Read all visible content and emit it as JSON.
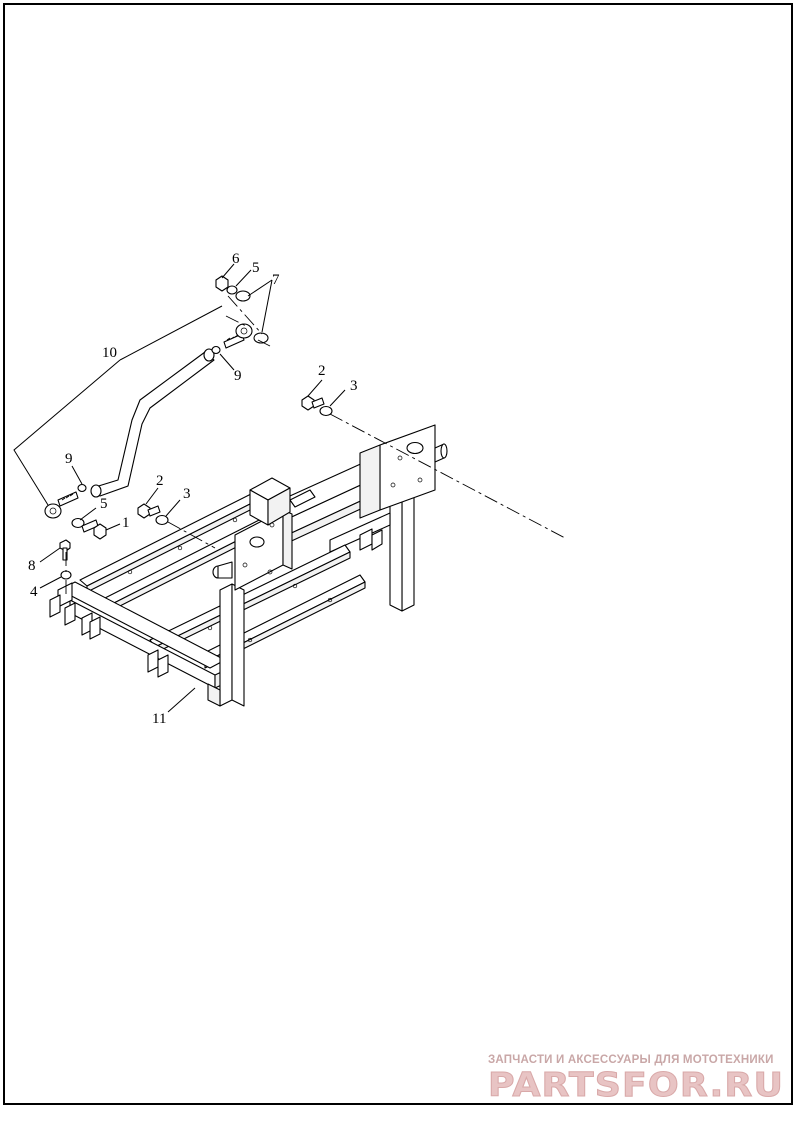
{
  "diagram": {
    "callouts": [
      {
        "id": "c6",
        "text": "6"
      },
      {
        "id": "c5a",
        "text": "5"
      },
      {
        "id": "c7",
        "text": "7"
      },
      {
        "id": "c10",
        "text": "10"
      },
      {
        "id": "c9a",
        "text": "9"
      },
      {
        "id": "c2a",
        "text": "2"
      },
      {
        "id": "c3a",
        "text": "3"
      },
      {
        "id": "c9b",
        "text": "9"
      },
      {
        "id": "c5b",
        "text": "5"
      },
      {
        "id": "c1",
        "text": "1"
      },
      {
        "id": "c2b",
        "text": "2"
      },
      {
        "id": "c3b",
        "text": "3"
      },
      {
        "id": "c8",
        "text": "8"
      },
      {
        "id": "c4",
        "text": "4"
      },
      {
        "id": "c11",
        "text": "11"
      }
    ]
  },
  "watermark": {
    "tagline": "ЗАПЧАСТИ И АКСЕССУАРЫ ДЛЯ МОТОТЕХНИКИ",
    "logo_text": "PARTSFOR.RU",
    "color": "#c9a7a7"
  }
}
